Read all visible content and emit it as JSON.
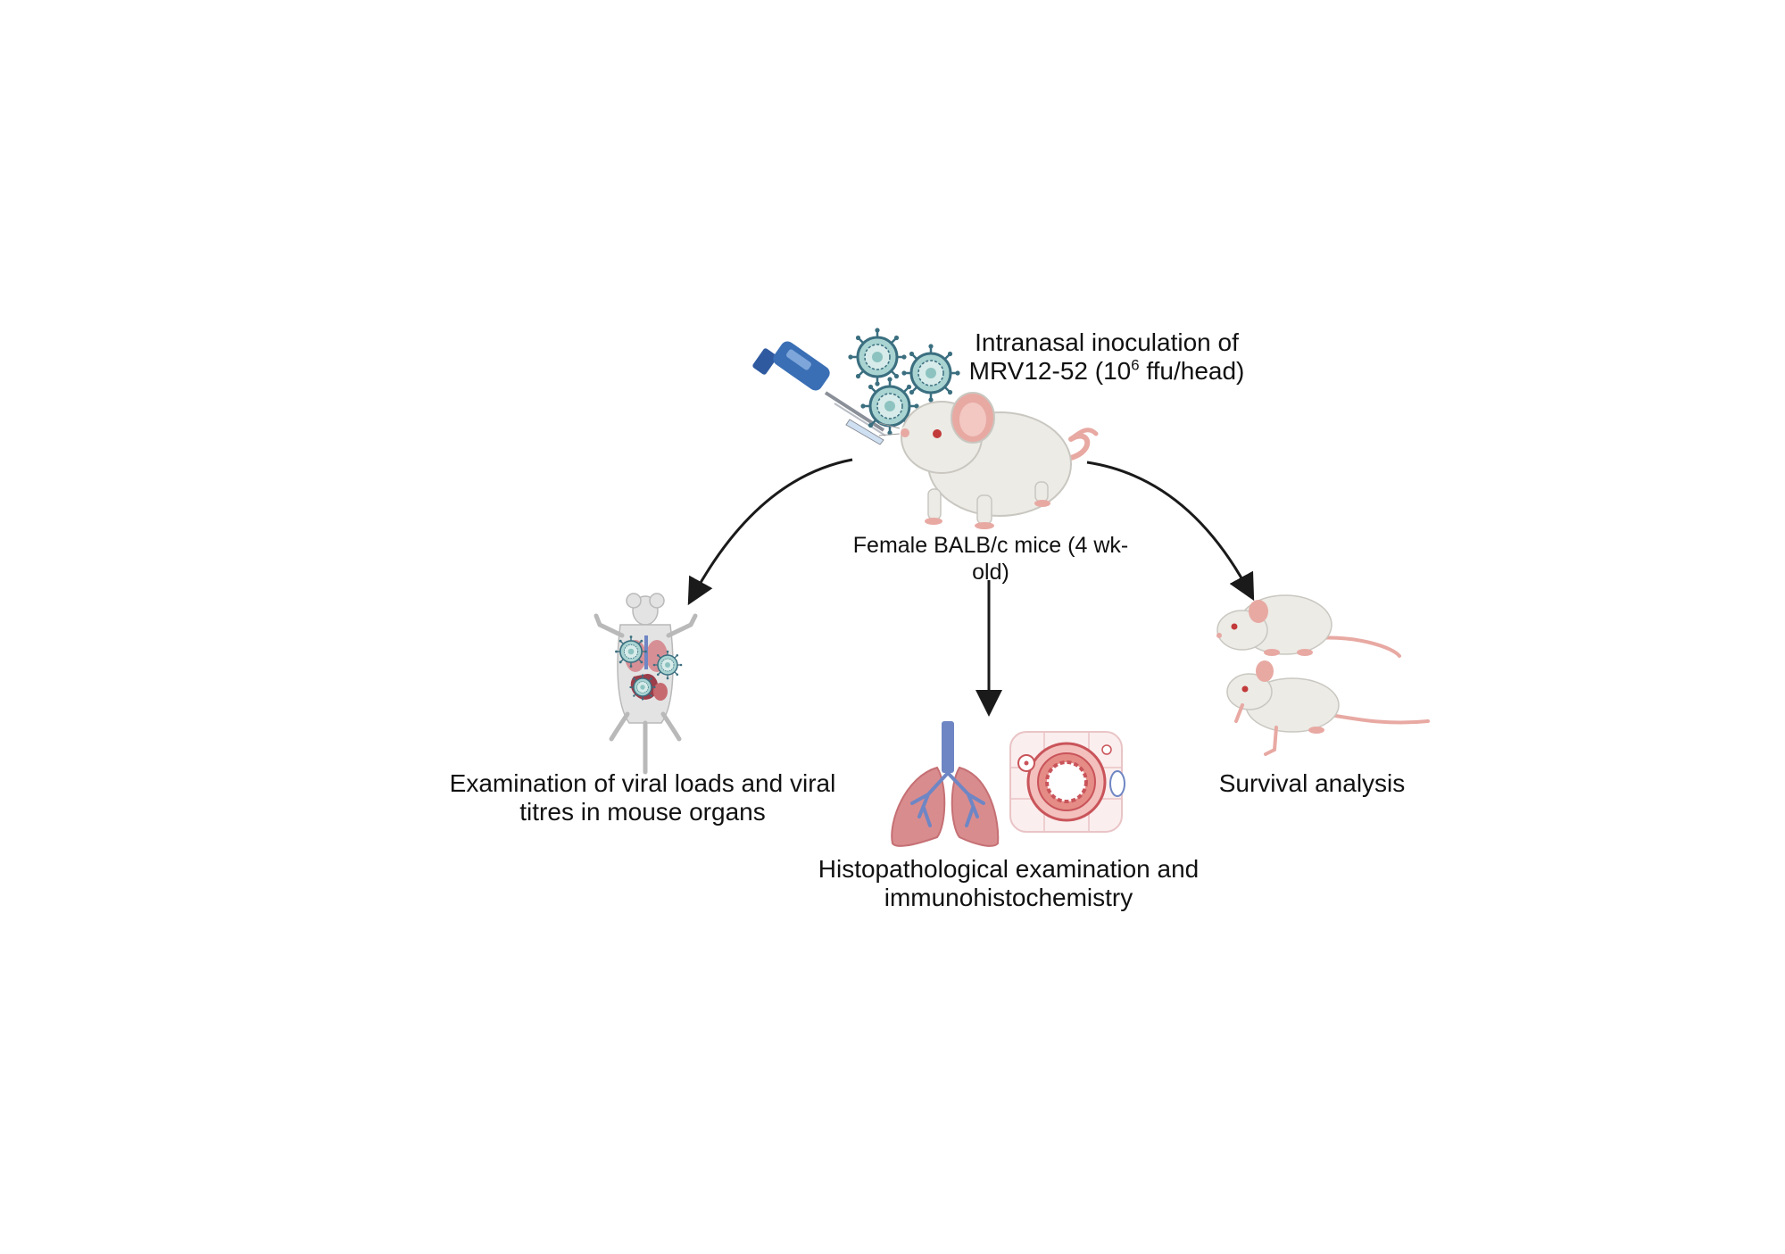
{
  "labels": {
    "inoculation_line1": "Intranasal inoculation of",
    "inoculation_line2_pre": "MRV12-52 (10",
    "inoculation_line2_sup": "6",
    "inoculation_line2_post": " ffu/head)",
    "mice_line1": "Female BALB/c mice (4 wk-",
    "mice_line2": "old)",
    "viral_line1": "Examination of viral loads and viral",
    "viral_line2": "titres in mouse organs",
    "histo_line1": "Histopathological examination and",
    "histo_line2": "immunohistochemistry",
    "survival": "Survival analysis"
  },
  "colors": {
    "virus_fill": "#a9d4d2",
    "virus_outline": "#3b6f80",
    "mouse_body": "#ecebe6",
    "mouse_pink": "#e8a9a3",
    "pipette_blue": "#3a6fb5",
    "lung_pink": "#d98c8e",
    "bronchi_blue": "#6f86c4",
    "tissue_red": "#c9545a",
    "arrow": "#1a1a1a"
  },
  "icons": [
    "pipette-icon",
    "virus-icon",
    "mouse-icon",
    "dissected-mouse-icon",
    "lungs-icon",
    "tissue-section-icon"
  ]
}
